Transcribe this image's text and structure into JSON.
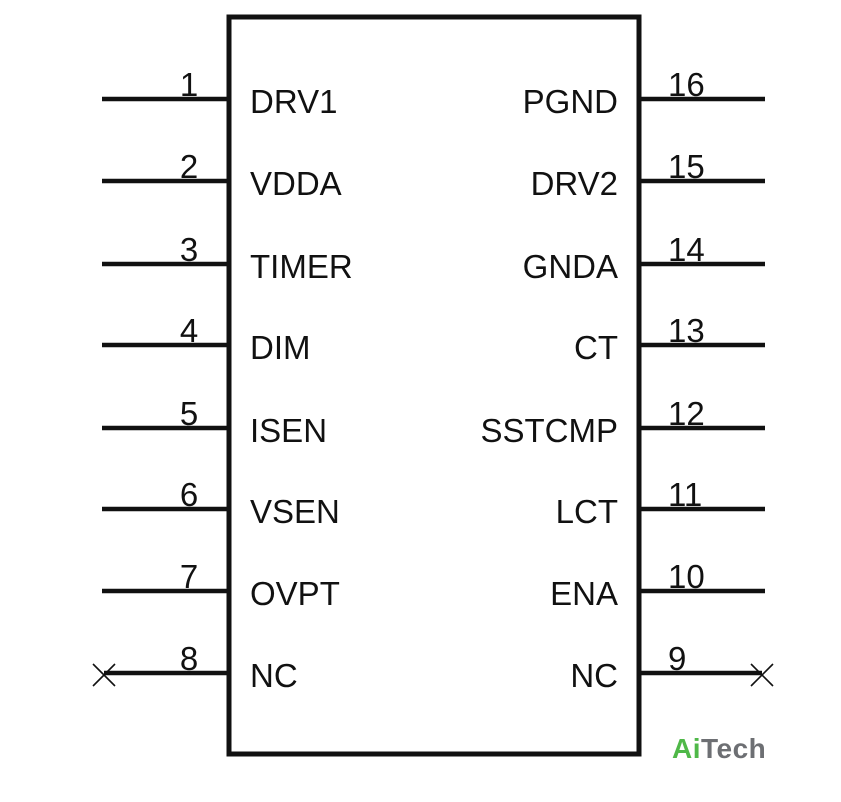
{
  "component": {
    "left_pins": [
      {
        "number": "1",
        "label": "DRV1"
      },
      {
        "number": "2",
        "label": "VDDA"
      },
      {
        "number": "3",
        "label": "TIMER"
      },
      {
        "number": "4",
        "label": "DIM"
      },
      {
        "number": "5",
        "label": "ISEN"
      },
      {
        "number": "6",
        "label": "VSEN"
      },
      {
        "number": "7",
        "label": "OVPT"
      },
      {
        "number": "8",
        "label": "NC",
        "no_connect": true
      }
    ],
    "right_pins": [
      {
        "number": "16",
        "label": "PGND"
      },
      {
        "number": "15",
        "label": "DRV2"
      },
      {
        "number": "14",
        "label": "GNDA"
      },
      {
        "number": "13",
        "label": "CT"
      },
      {
        "number": "12",
        "label": "SSTCMP"
      },
      {
        "number": "11",
        "label": "LCT"
      },
      {
        "number": "10",
        "label": "ENA"
      },
      {
        "number": "9",
        "label": "NC",
        "no_connect": true
      }
    ]
  },
  "logo": {
    "part1": "Ai",
    "part2": "Tech",
    "colors": {
      "part1": "#4fb848",
      "part2": "#6d6f73"
    }
  }
}
